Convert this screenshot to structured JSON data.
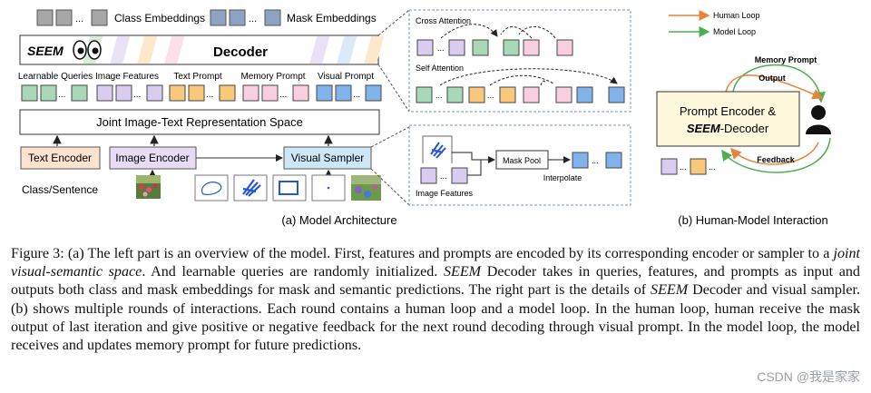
{
  "legend": {
    "class_embeddings": "Class Embeddings",
    "mask_embeddings": "Mask Embeddings",
    "human_loop": "Human Loop",
    "model_loop": "Model Loop",
    "ellipsis": "..."
  },
  "architecture": {
    "logo": "SEEM",
    "decoder_label": "Decoder",
    "input_labels": [
      "Learnable Queries",
      "Image Features",
      "Text Prompt",
      "Memory Prompt",
      "Visual Prompt"
    ],
    "joint_space": "Joint Image-Text Representation Space",
    "text_encoder": "Text Encoder",
    "image_encoder": "Image Encoder",
    "visual_sampler": "Visual Sampler",
    "class_sentence": "Class/Sentence",
    "caption": "(a) Model Architecture"
  },
  "detail": {
    "cross_attention": "Cross Attention",
    "self_attention": "Self Attention",
    "mask_pool": "Mask Pool",
    "interpolate": "Interpolate",
    "image_features": "Image Features"
  },
  "interaction": {
    "memory_prompt": "Memory Prompt",
    "output": "Output",
    "feedback": "Feedback",
    "box_line1": "Prompt Encoder &",
    "box_line2_italic": "SEEM",
    "box_line2_rest": "-Decoder",
    "caption": "(b) Human-Model Interaction"
  },
  "colors": {
    "query_green": "#a9d8b8",
    "feature_purple": "#d9ccf0",
    "text_orange": "#f9c97b",
    "memory_pink": "#f9cfe0",
    "visual_blue": "#7fb3ea",
    "class_gray": "#a6a6a6",
    "mask_blue": "#8ea2c4",
    "encoder_peach": "#fde2d0",
    "image_encoder_lavender": "#e7dcf3",
    "sampler_blue": "#cde7f7",
    "prompt_box_yellow": "#fef8dc",
    "human_loop_orange": "#e8833a",
    "model_loop_green": "#4caf50"
  },
  "figure_caption": {
    "p1": "Figure 3: (a) The left part is an overview of the model. First, features and prompts are encoded by its corresponding encoder or sampler to a ",
    "p1_i": "joint visual-semantic space",
    "p2": ". And learnable queries are randomly initialized. ",
    "p2_i": "SEEM",
    "p3": " Decoder takes in queries, features, and prompts as input and outputs both class and mask embeddings for mask and semantic predictions. The right part is the details of ",
    "p3_i": "SEEM",
    "p4": " Decoder and visual sampler. (b) shows multiple rounds of interactions. Each round contains a human loop and a model loop. In the human loop, human receive the mask output of last iteration and give positive or negative feedback for the next round decoding through visual prompt. In the model loop, the model receives and updates memory prompt for future predictions."
  },
  "watermark": "CSDN @我是家家"
}
